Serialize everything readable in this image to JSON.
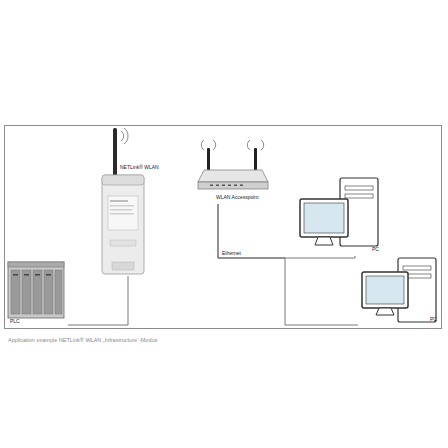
{
  "diagram": {
    "caption": "Application example NETLink® WLAN „Infrastructure“-Modus",
    "nodes": [
      {
        "text": [
          "NETLink® WLAN"
        ]
      },
      {
        "text": [
          "WLAN Accesspoint"
        ]
      },
      {
        "text": [
          "PC"
        ]
      },
      {
        "text": [
          "PC"
        ]
      },
      {
        "text": [
          "PLC"
        ]
      }
    ],
    "edges": [
      {
        "from": 4,
        "to": 0,
        "arrow": "none"
      },
      {
        "from": 1,
        "to": 2,
        "label": "Ethernet",
        "arrow": "none"
      },
      {
        "from": 1,
        "to": 3,
        "arrow": "none"
      }
    ]
  }
}
